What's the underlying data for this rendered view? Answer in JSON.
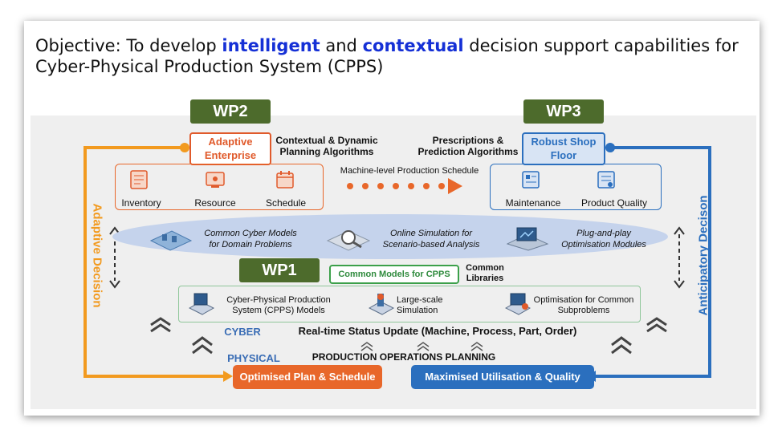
{
  "title": {
    "prefix": "Objective: To develop ",
    "word1": "intelligent",
    "mid": " and ",
    "word2": "contextual",
    "suffix": " decision support capabilities for",
    "line2": "Cyber-Physical Production System (CPPS)"
  },
  "wp2": {
    "label": "WP2",
    "box": "Adaptive Enterprise",
    "algo": "Contextual & Dynamic Planning Algorithms",
    "items": [
      "Inventory",
      "Resource",
      "Schedule"
    ]
  },
  "wp3": {
    "label": "WP3",
    "box": "Robust Shop Floor",
    "algo": "Prescriptions & Prediction Algorithms",
    "items": [
      "Maintenance",
      "Product Quality"
    ]
  },
  "schedule_arrow": "Machine-level Production Schedule",
  "ellipse": [
    "Common Cyber Models for Domain Problems",
    "Online Simulation for Scenario-based Analysis",
    "Plug-and-play Optimisation Modules"
  ],
  "wp1": {
    "label": "WP1",
    "models_box": "Common Models for CPPS",
    "libraries": "Common Libraries",
    "items": [
      "Cyber-Physical Production System (CPPS) Models",
      "Large-scale Simulation",
      "Optimisation for Common Subproblems"
    ]
  },
  "cyber": "CYBER",
  "physical": "PHYSICAL",
  "status_update": "Real-time Status Update (Machine, Process, Part, Order)",
  "ops_planning": "PRODUCTION OPERATIONS PLANNING",
  "optimised": "Optimised Plan & Schedule",
  "maximised": "Maximised Utilisation & Quality",
  "adaptive_decision": "Adaptive Decision",
  "anticipatory_decision": "Anticipatory Decison",
  "colors": {
    "orange": "#f29a1f",
    "blue": "#2b6fbe",
    "wp_green": "#4d6b2c",
    "red_orange": "#e05a2b"
  }
}
